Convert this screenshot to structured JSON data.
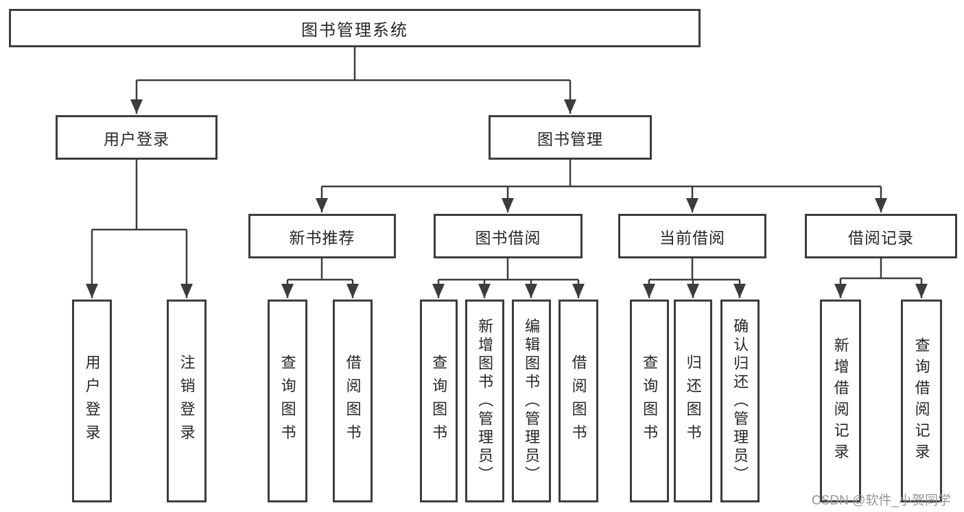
{
  "diagram_title": "图书管理系统",
  "watermark": "CSDN @软件_小贺同学",
  "colors": {
    "line": "#3c3c3c",
    "box_border": "#3c3c3c",
    "box_fill": "#ffffff",
    "text": "#262626",
    "background": "#ffffff",
    "watermark": "#969696"
  },
  "nodes": {
    "root": {
      "label": "图书管理系统"
    },
    "user_login": {
      "label": "用户登录",
      "parent": "root"
    },
    "book_mgmt": {
      "label": "图书管理",
      "parent": "root"
    },
    "new_book_rec": {
      "label": "新书推荐",
      "parent": "book_mgmt"
    },
    "book_borrow": {
      "label": "图书借阅",
      "parent": "book_mgmt"
    },
    "current_borrow": {
      "label": "当前借阅",
      "parent": "book_mgmt"
    },
    "borrow_record": {
      "label": "借阅记录",
      "parent": "book_mgmt"
    },
    "login": {
      "label": "用户登录",
      "parent": "user_login"
    },
    "logout": {
      "label": "注销登录",
      "parent": "user_login"
    },
    "rec_query_book": {
      "label": "查询图书",
      "parent": "new_book_rec"
    },
    "rec_borrow_book": {
      "label": "借阅图书",
      "parent": "new_book_rec"
    },
    "bb_query_book": {
      "label": "查询图书",
      "parent": "book_borrow"
    },
    "bb_add_book": {
      "label": "新增图书（管理员）",
      "parent": "book_borrow"
    },
    "bb_edit_book": {
      "label": "编辑图书（管理员）",
      "parent": "book_borrow"
    },
    "bb_borrow_book": {
      "label": "借阅图书",
      "parent": "book_borrow"
    },
    "cb_query_book": {
      "label": "查询图书",
      "parent": "current_borrow"
    },
    "cb_return_book": {
      "label": "归还图书",
      "parent": "current_borrow"
    },
    "cb_confirm_return": {
      "label": "确认归还（管理员）",
      "parent": "current_borrow"
    },
    "br_add_record": {
      "label": "新增借阅记录",
      "parent": "borrow_record"
    },
    "br_query_record": {
      "label": "查询借阅记录",
      "parent": "borrow_record"
    }
  }
}
